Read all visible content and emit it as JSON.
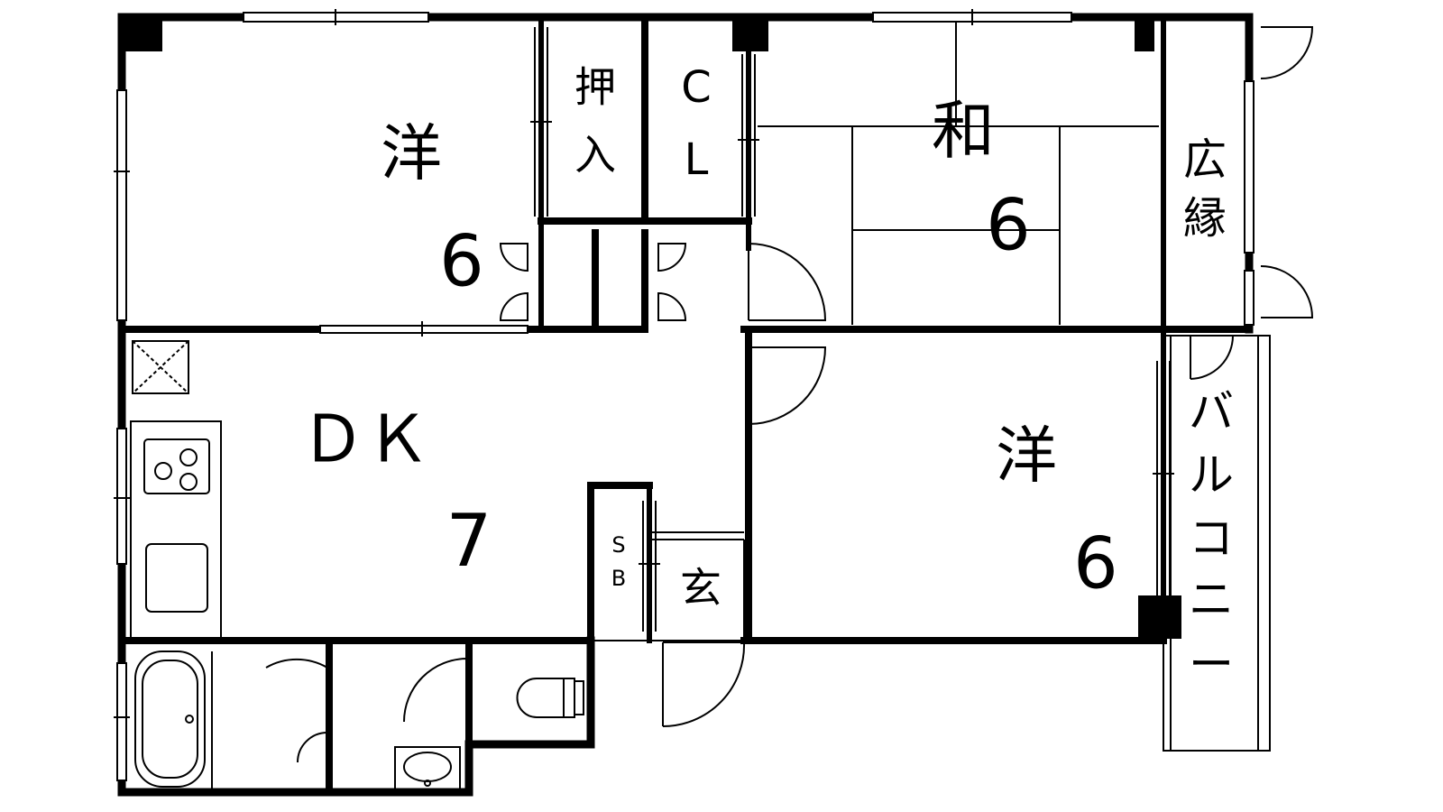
{
  "rooms": {
    "western_nw": {
      "label": "洋",
      "size": "6"
    },
    "oshiire": {
      "label_lines": [
        "押",
        "入"
      ]
    },
    "closet": {
      "label_lines": [
        "C",
        "L"
      ]
    },
    "japanese": {
      "label": "和",
      "size": "6"
    },
    "hiroen": {
      "label_lines": [
        "広",
        "縁"
      ]
    },
    "dining_kitchen": {
      "label": "ＤＫ",
      "size": "7"
    },
    "western_se": {
      "label": "洋",
      "size": "6"
    },
    "balcony": {
      "label_lines": [
        "バ",
        "ル",
        "コ",
        "ニ",
        "ー"
      ]
    },
    "shoebox": {
      "label_lines": [
        "S",
        "B"
      ]
    },
    "genkan": {
      "label": "玄"
    }
  },
  "colors": {
    "wall": "#000000",
    "line": "#000000",
    "background": "#ffffff"
  }
}
